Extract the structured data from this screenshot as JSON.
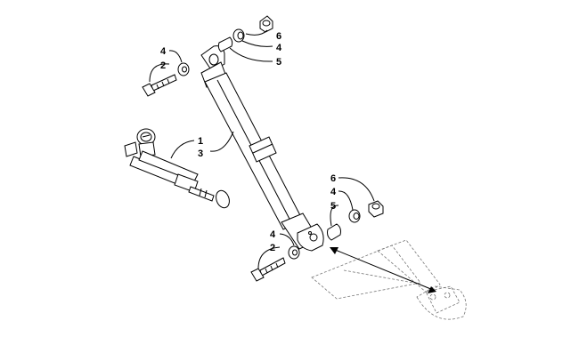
{
  "callouts": {
    "c_4_upper_left": "4",
    "c_2_upper_left": "2",
    "c_6_upper_right": "6",
    "c_4_upper_right": "4",
    "c_5_upper_right": "5",
    "c_1": "1",
    "c_3": "3",
    "c_6_lower_right": "6",
    "c_4_lower_right": "4",
    "c_5_lower_right": "5",
    "c_4_lower_left": "4",
    "c_2_lower_left": "2"
  }
}
